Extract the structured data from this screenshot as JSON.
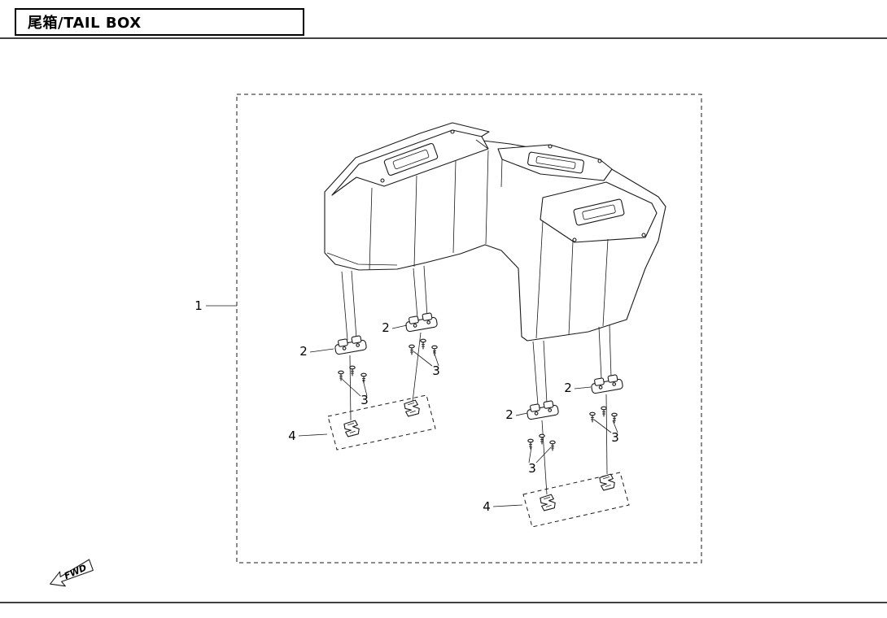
{
  "title": "尾箱/TAIL BOX",
  "fwd_label": "FWD",
  "parts": {
    "p1": "1",
    "p2": "2",
    "p3": "3",
    "p4": "4"
  }
}
